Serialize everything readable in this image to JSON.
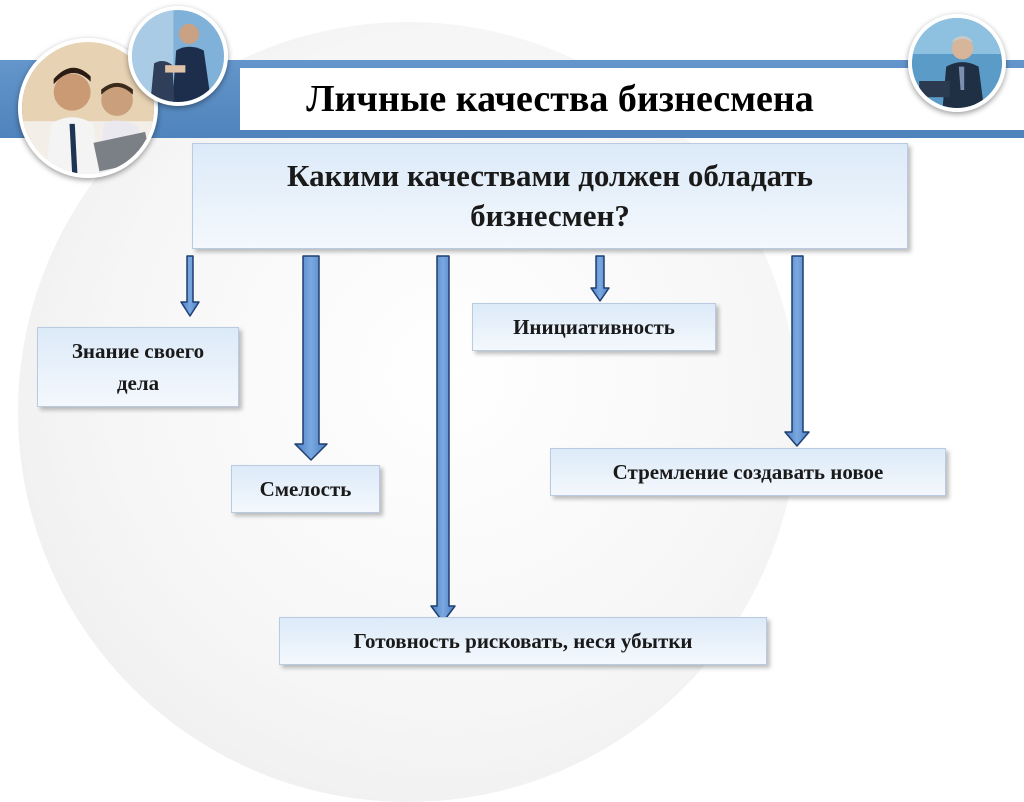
{
  "title": "Личные качества бизнесмена",
  "question": "Какими качествами должен обладать бизнесмен?",
  "qualities": {
    "knowledge": "Знание своего дела",
    "initiative": "Инициативность",
    "courage": "Смелость",
    "creativity": "Стремление создавать новое",
    "risk": "Готовность рисковать, неся убытки"
  },
  "colors": {
    "band": "#5b8ec4",
    "arrow_fill": "#5d8fd0",
    "arrow_stroke": "#1f3f70",
    "box_top": "#dceaf8"
  }
}
